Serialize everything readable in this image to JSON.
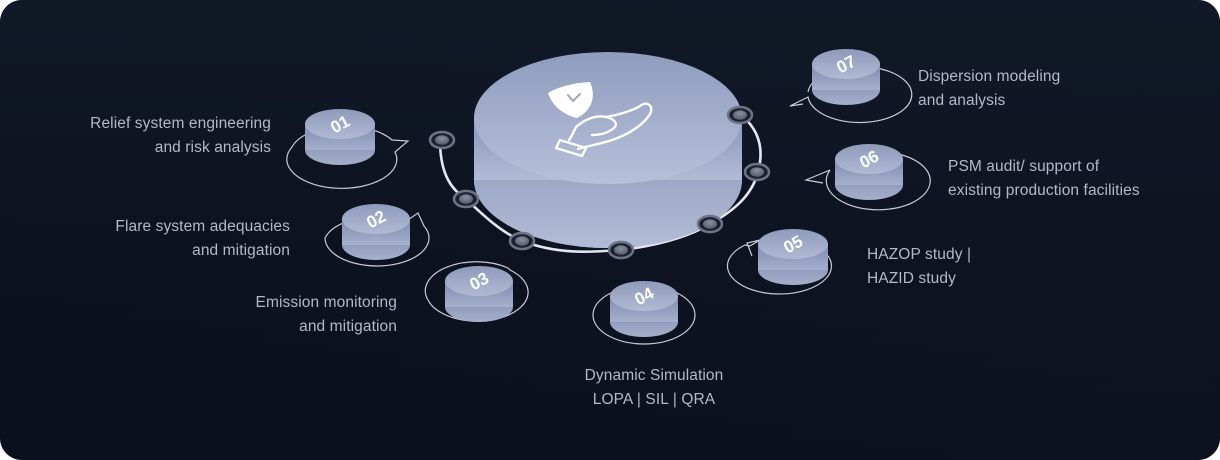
{
  "diagram": {
    "center": {
      "icon": "shield-check-hand-icon"
    },
    "steps": [
      {
        "number": "01",
        "line1": "Relief system engineering",
        "line2": "and risk analysis"
      },
      {
        "number": "02",
        "line1": "Flare system adequacies",
        "line2": "and mitigation"
      },
      {
        "number": "03",
        "line1": "Emission monitoring",
        "line2": "and mitigation"
      },
      {
        "number": "04",
        "line1": "Dynamic Simulation",
        "line2": "LOPA | SIL | QRA"
      },
      {
        "number": "05",
        "line1": "HAZOP study |",
        "line2": "HAZID study"
      },
      {
        "number": "06",
        "line1": "PSM audit/ support of",
        "line2": "existing production facilities"
      },
      {
        "number": "07",
        "line1": "Dispersion modeling",
        "line2": "and analysis"
      }
    ]
  },
  "colors": {
    "background": "#0f1524",
    "disc_top": "#a3aeca",
    "disc_side": "#8c98bb",
    "text": "#b4b9c8",
    "ring": "#e6e9f0",
    "node": "#6b7286"
  }
}
